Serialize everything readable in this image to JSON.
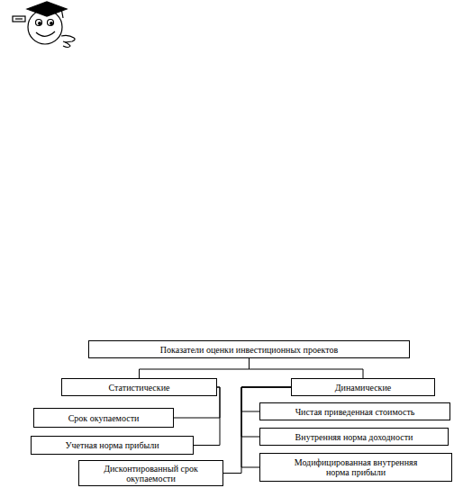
{
  "diagram": {
    "nodes": [
      {
        "text": [
          "Показатели оценки инвестиционных проектов"
        ]
      },
      {
        "text": [
          "Статистические"
        ]
      },
      {
        "text": [
          "Динамические"
        ]
      },
      {
        "text": [
          "Срок окупаемости"
        ]
      },
      {
        "text": [
          "Учетная норма прибыли"
        ]
      },
      {
        "text": [
          "Дисконтированный срок окупаемости"
        ]
      },
      {
        "text": [
          "Чистая приведенная стоимость"
        ]
      },
      {
        "text": [
          "Внутренняя норма доходности"
        ]
      },
      {
        "text": [
          "Модифицированная внутренняя норма прибыли"
        ]
      }
    ],
    "edges": [
      {
        "from": 0,
        "to": 1,
        "arrow": "none"
      },
      {
        "from": 0,
        "to": 2,
        "arrow": "none"
      },
      {
        "from": 1,
        "to": 3,
        "arrow": "none"
      },
      {
        "from": 1,
        "to": 4,
        "arrow": "none"
      },
      {
        "from": 2,
        "to": 5,
        "arrow": "none"
      },
      {
        "from": 2,
        "to": 6,
        "arrow": "none"
      },
      {
        "from": 2,
        "to": 7,
        "arrow": "none"
      },
      {
        "from": 2,
        "to": 8,
        "arrow": "none"
      }
    ]
  }
}
